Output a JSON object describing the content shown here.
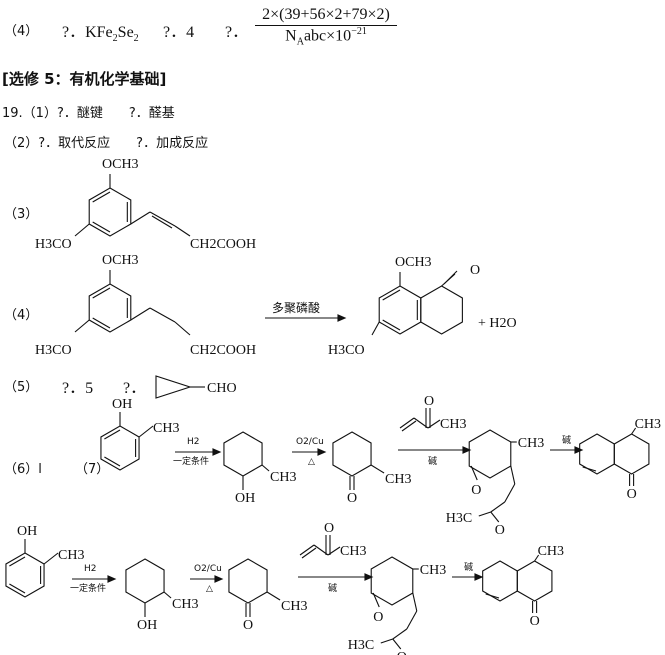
{
  "q4_top": {
    "label": "（4）",
    "a1": "?．KFe",
    "a1_sub1": "2",
    "a1_mid": "Se",
    "a1_sub2": "2",
    "a2": "?．4",
    "a3": "?．",
    "numerator": "2×(39+56×2+79×2)",
    "den_n": "N",
    "den_sub": "A",
    "den_rest": "abc×10",
    "den_exp": "−21"
  },
  "section_title": "[选修 5：有机化学基础]",
  "q19_1": "19.（1）?．醚键　　?．醛基",
  "q19_2": "（2）?．取代反应　　?．加成反应",
  "q3_label": "（3）",
  "q4_label": "（4）",
  "q5_label": "（5）",
  "q5_a": "?．5",
  "q5_b": "?．",
  "q6_label": "（6）l",
  "q7_label": "（7）",
  "chem": {
    "och3": "OCH3",
    "h3co": "H3CO",
    "ch2cooh": "CH2COOH",
    "reagent": "多聚磷酸",
    "o": "O",
    "plus_h2o": "+ H2O",
    "cho": "CHO",
    "oh": "OH",
    "ch3": "CH3",
    "h2": "H2",
    "cond": "一定条件",
    "o2cu": "O2/Cu",
    "delta": "△",
    "base": "碱",
    "h3c": "H3C"
  }
}
